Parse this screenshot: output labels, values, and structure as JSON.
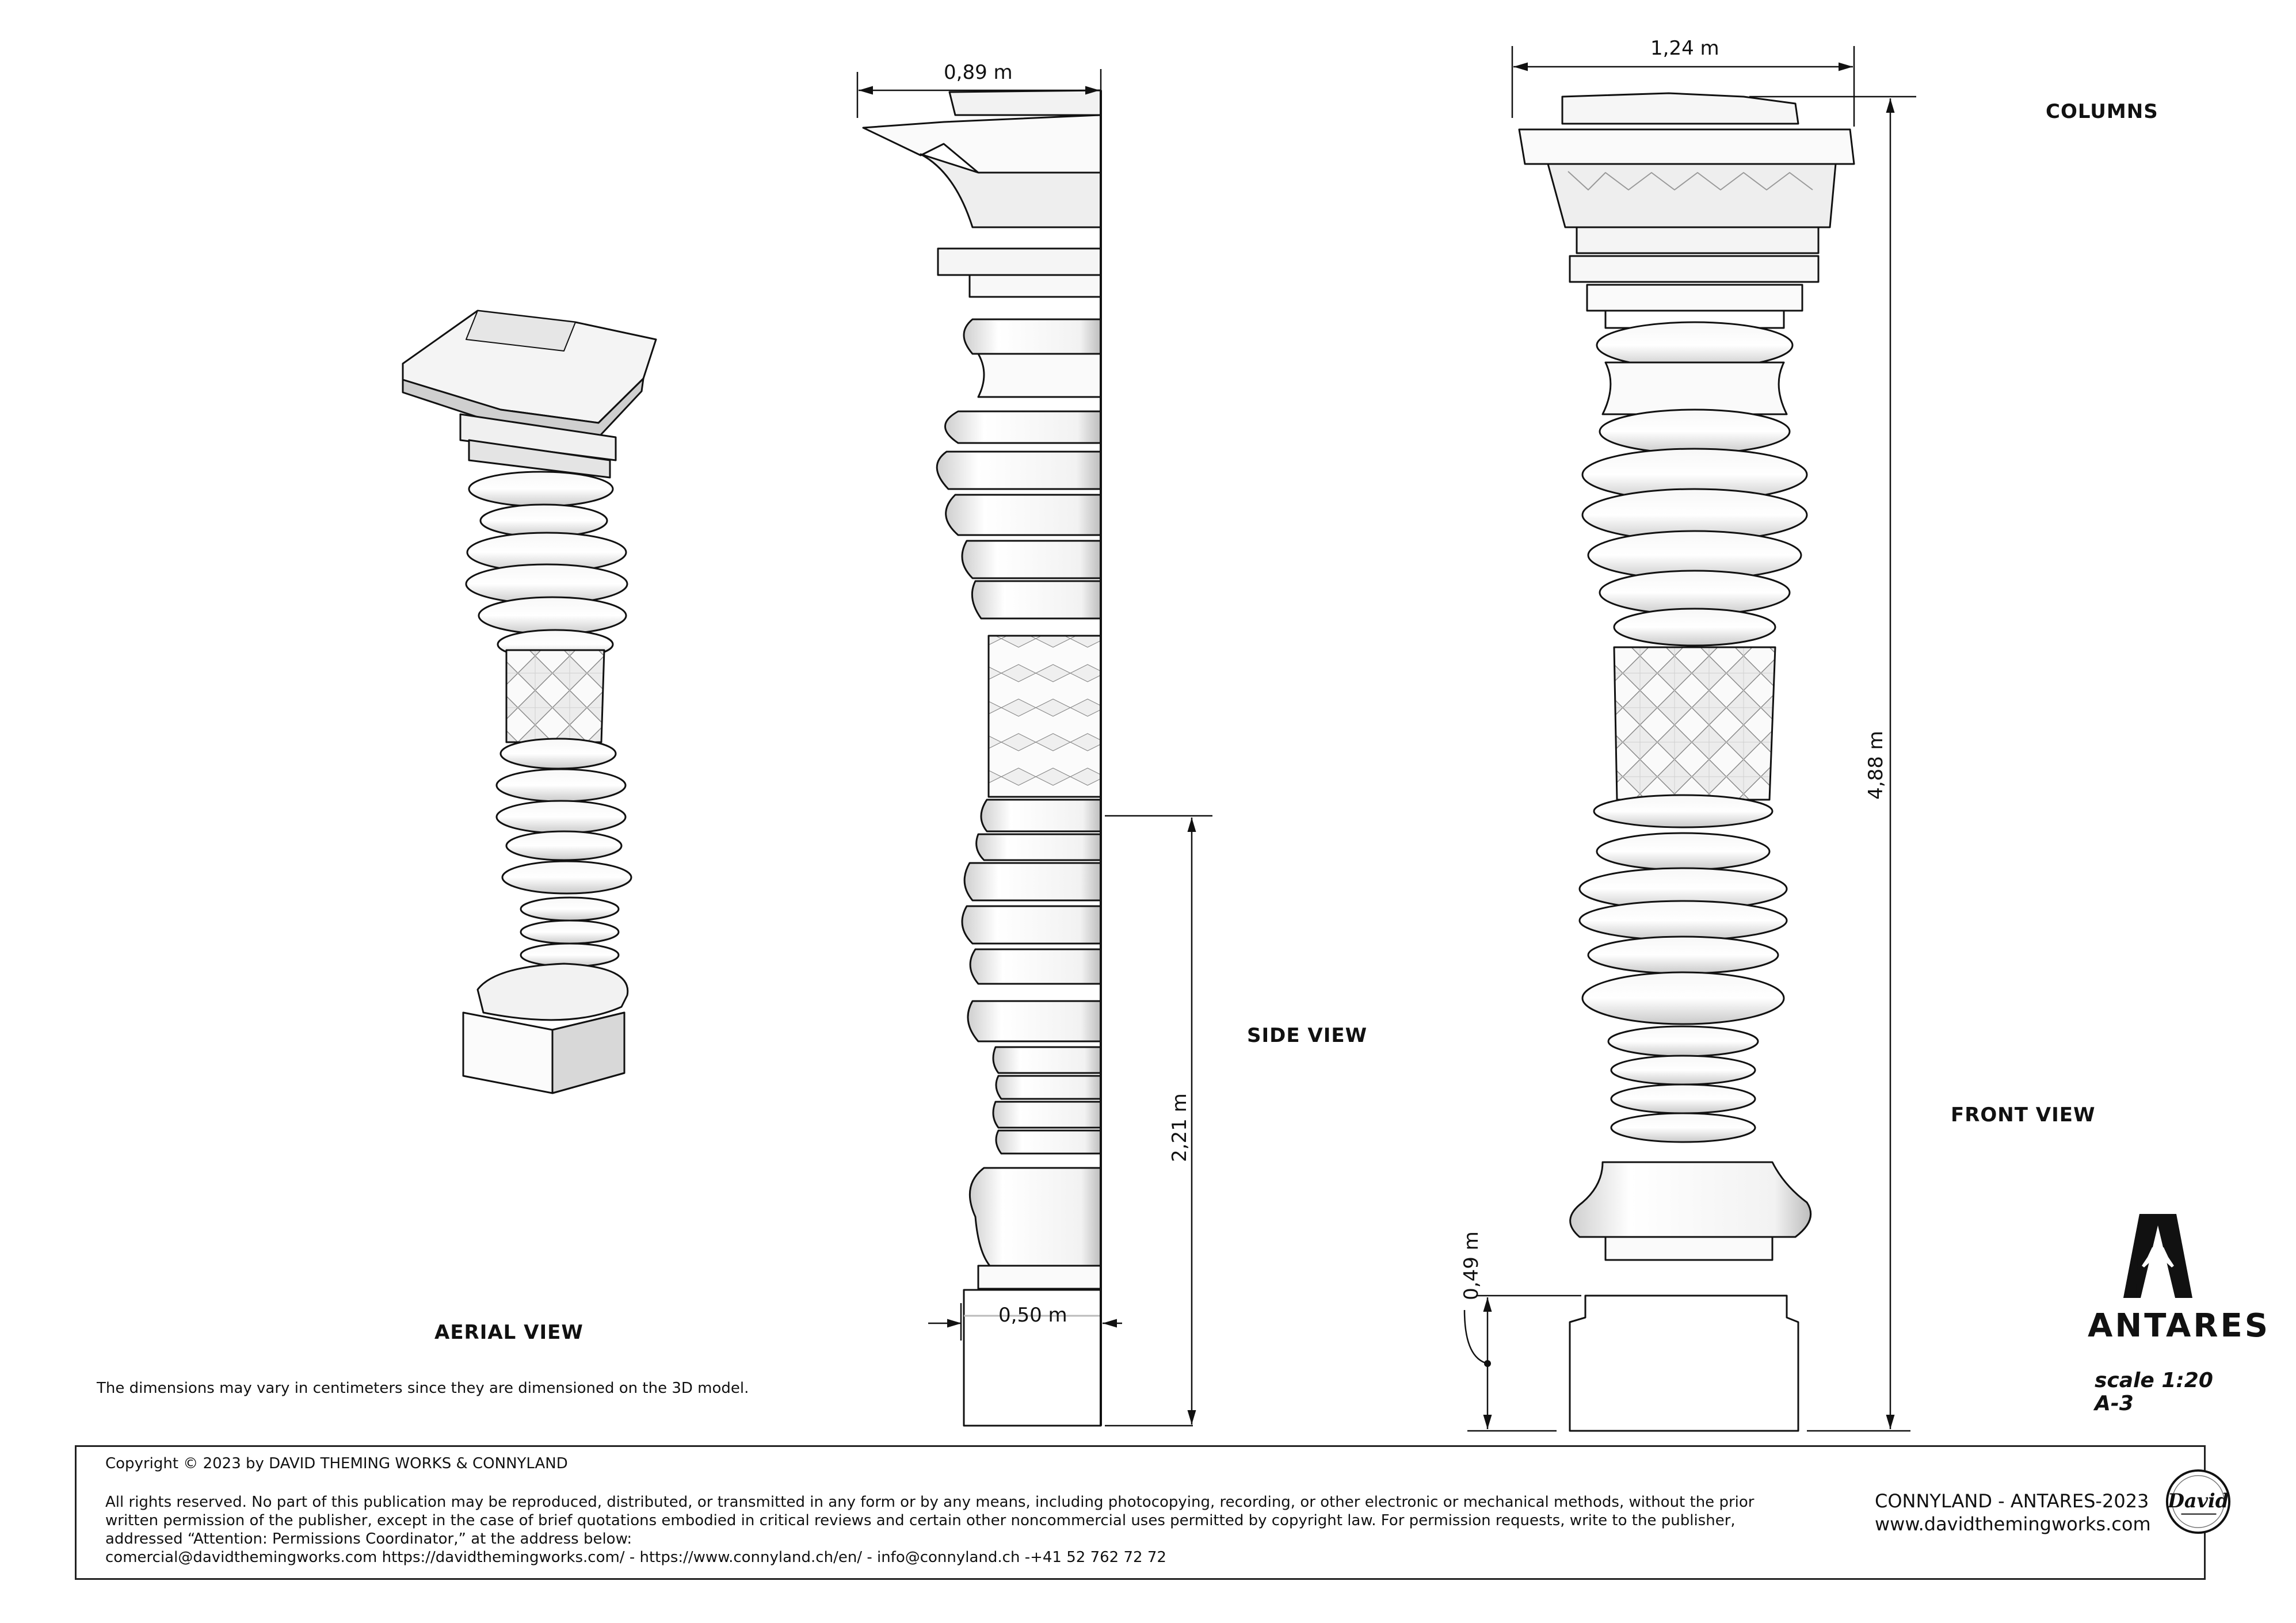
{
  "sheet": {
    "title": "COLUMNS",
    "disclaimer": "The dimensions may vary in centimeters since they are dimensioned on the 3D model."
  },
  "views": {
    "aerial": {
      "label": "AERIAL VIEW"
    },
    "side": {
      "label": "SIDE VIEW",
      "dimensions": {
        "top_width": "0,89 m",
        "base_width": "0,50 m",
        "lower_height": "2,21 m"
      }
    },
    "front": {
      "label": "FRONT VIEW",
      "dimensions": {
        "top_width": "1,24 m",
        "total_height": "4,88 m",
        "base_height": "0,49 m"
      }
    }
  },
  "brand": {
    "logo_word": "ANTARES",
    "scale": "scale 1:20",
    "paper_size": "A-3"
  },
  "footer": {
    "copyright": "Copyright © 2023 by DAVID THEMING WORKS & CONNYLAND",
    "legal_lines": [
      "All rights reserved. No part of this publication may be reproduced, distributed, or transmitted in any form or by any means, including photocopying, recording, or other electronic or mechanical methods, without the prior",
      "written permission of the publisher, except in the case of brief quotations embodied in critical reviews and certain other noncommercial uses permitted by copyright law. For permission requests, write to the publisher,",
      "addressed “Attention: Permissions Coordinator,” at the address below:",
      "comercial@davidthemingworks.com https://davidthemingworks.com/  -  https://www.connyland.ch/en/ - info@connyland.ch -+41 52 762 72 72"
    ],
    "project": "CONNYLAND - ANTARES-2023",
    "website": "www.davidthemingworks.com",
    "signature_logo": "David"
  },
  "colors": {
    "ink": "#111111",
    "paper": "#ffffff",
    "shade_light": "#eeeeee",
    "shade_mid": "#cfcfcf",
    "shade_dark": "#9a9a9a"
  }
}
